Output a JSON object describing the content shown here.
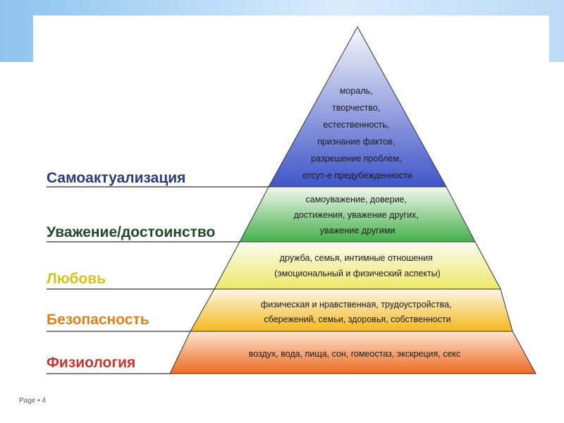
{
  "levels": [
    {
      "label": "Самоактуализация",
      "label_color": "#2a3d7a",
      "fill_top": "#f7f8fb",
      "fill_bottom": "#3f55c8",
      "lines": [
        "мораль,",
        "творчество,",
        "естественность,",
        "признание фактов,",
        "разрешение проблем,",
        "отсут-е предубежденности"
      ]
    },
    {
      "label": "Уважение/достоинство",
      "label_color": "#1f4b2a",
      "fill_top": "#f3f8f0",
      "fill_bottom": "#43b04a",
      "lines": [
        "самоуважение, доверие,",
        "достижения, уважение других,",
        "уважение другими"
      ]
    },
    {
      "label": "Любовь",
      "label_color": "#d6c219",
      "fill_top": "#fafbf1",
      "fill_bottom": "#efe86a",
      "lines": [
        "дружба, семья, интимные отношения",
        "(эмоциональный и физический аспекты)"
      ]
    },
    {
      "label": "Безопасность",
      "label_color": "#e0811c",
      "fill_top": "#fdf7e6",
      "fill_bottom": "#f3b81e",
      "lines": [
        "физическая и нравственная, трудоустройства,",
        "сбережений, семьи, здоровья, собственности"
      ]
    },
    {
      "label": "Физиология",
      "label_color": "#c0392b",
      "fill_top": "#fbe5cf",
      "fill_bottom": "#ee6a22",
      "lines": [
        "воздух, вода, пища, сон, гомеостаз, экскреция, секс"
      ]
    }
  ],
  "footer": {
    "page_label": "Page • 4"
  }
}
